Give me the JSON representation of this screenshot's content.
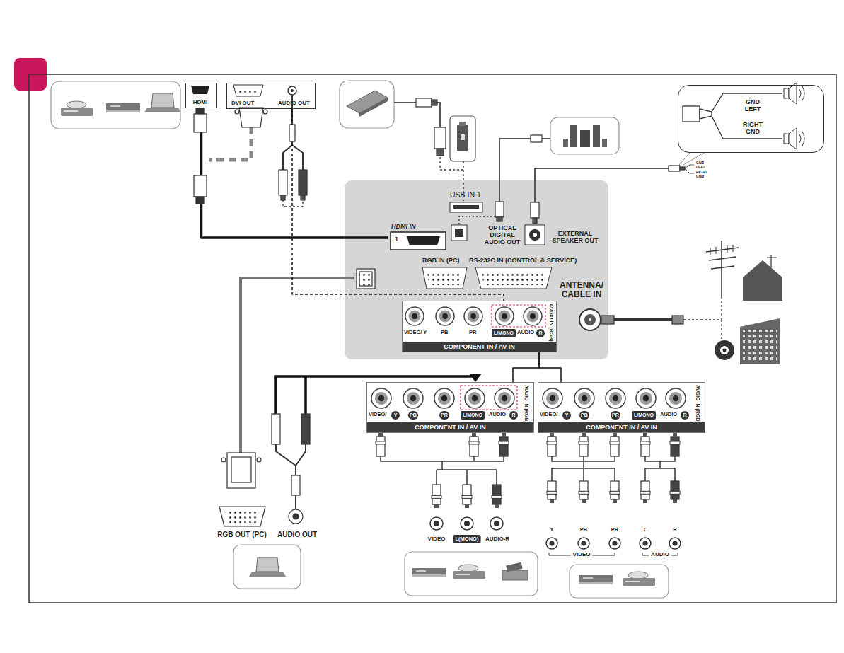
{
  "diagram": {
    "nodes": [
      {
        "text": [
          "HDMI"
        ]
      },
      {
        "text": [
          "DVI OUT",
          "AUDIO OUT"
        ]
      },
      {
        "text": [
          "GND LEFT",
          "RIGHT GND"
        ]
      },
      {
        "text": [
          "USB IN 1",
          "OPTICAL DIGITAL AUDIO OUT",
          "EXTERNAL SPEAKER OUT",
          "RGB IN (PC)",
          "RS-232C IN (CONTROL & SERVICE)",
          "ANTENNA/ CABLE IN"
        ]
      },
      {
        "text": [
          "HDMI IN",
          "1"
        ],
        "in": 3
      },
      {
        "text": [
          "VIDEO/ Y",
          "PB",
          "PR",
          "L/MONO",
          "AUDIO",
          "R",
          "AUDIO IN (RGB)",
          "COMPONENT IN / AV IN"
        ],
        "in": 3
      },
      {
        "text": [
          "VIDEO/",
          "Y",
          "PB",
          "PR",
          "L/MONO",
          "AUDIO",
          "R",
          "AUDIO IN (RGB)",
          "COMPONENT IN / AV IN"
        ]
      },
      {
        "text": [
          "VIDEO/",
          "Y",
          "PB",
          "PR",
          "L/MONO",
          "AUDIO",
          "R",
          "AUDIO IN (RGB)",
          "COMPONENT IN / AV IN"
        ]
      }
    ],
    "edges": [
      {
        "from": 0,
        "to": 4,
        "arrow": "none"
      },
      {
        "from": 1,
        "to": 5,
        "arrow": "none"
      },
      {
        "from": 5,
        "to": 6,
        "arrow": "none"
      },
      {
        "from": 5,
        "to": 7,
        "arrow": "none"
      }
    ],
    "labels": [
      "GND LEFT",
      "RIGHT GND",
      "RGB OUT (PC)",
      "AUDIO OUT",
      "VIDEO",
      "L(MONO)",
      "AUDIO-R",
      "Y",
      "PB",
      "PR",
      "L",
      "R",
      "VIDEO",
      "AUDIO"
    ]
  }
}
